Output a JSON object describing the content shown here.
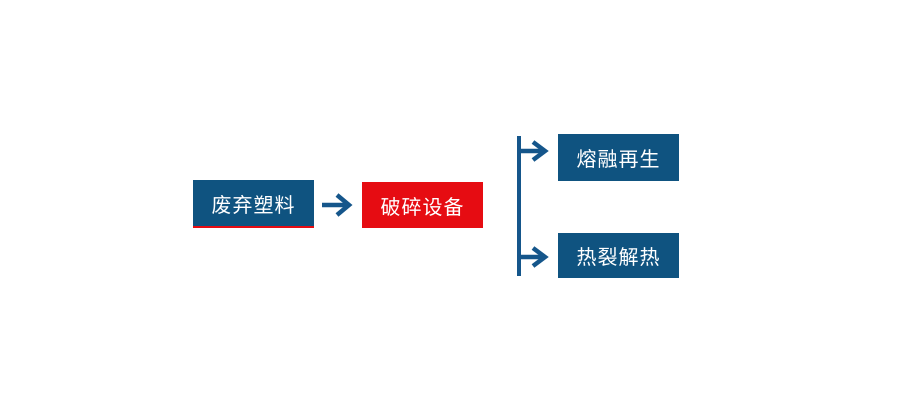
{
  "diagram": {
    "type": "flowchart",
    "nodes": {
      "source": {
        "id": "waste-plastic",
        "label": "废弃塑料",
        "fill": "#0f5380",
        "underline": "#e60c12"
      },
      "process": {
        "id": "crushing-equipment",
        "label": "破碎设备",
        "fill": "#e60c12"
      },
      "branch_top": {
        "id": "melt-regeneration",
        "label": "熔融再生",
        "fill": "#0f5380"
      },
      "branch_bottom": {
        "id": "thermal-cracking",
        "label": "热裂解热",
        "fill": "#0f5380"
      }
    },
    "edges": [
      {
        "from": "waste-plastic",
        "to": "crushing-equipment",
        "style": "arrow"
      },
      {
        "from": "crushing-equipment",
        "to": "melt-regeneration",
        "style": "branch-arrow"
      },
      {
        "from": "crushing-equipment",
        "to": "thermal-cracking",
        "style": "branch-arrow"
      }
    ],
    "colors": {
      "node_blue": "#0f5380",
      "node_red": "#e60c12",
      "arrow_blue": "#15568b",
      "text": "#ffffff",
      "background": "#ffffff"
    }
  }
}
